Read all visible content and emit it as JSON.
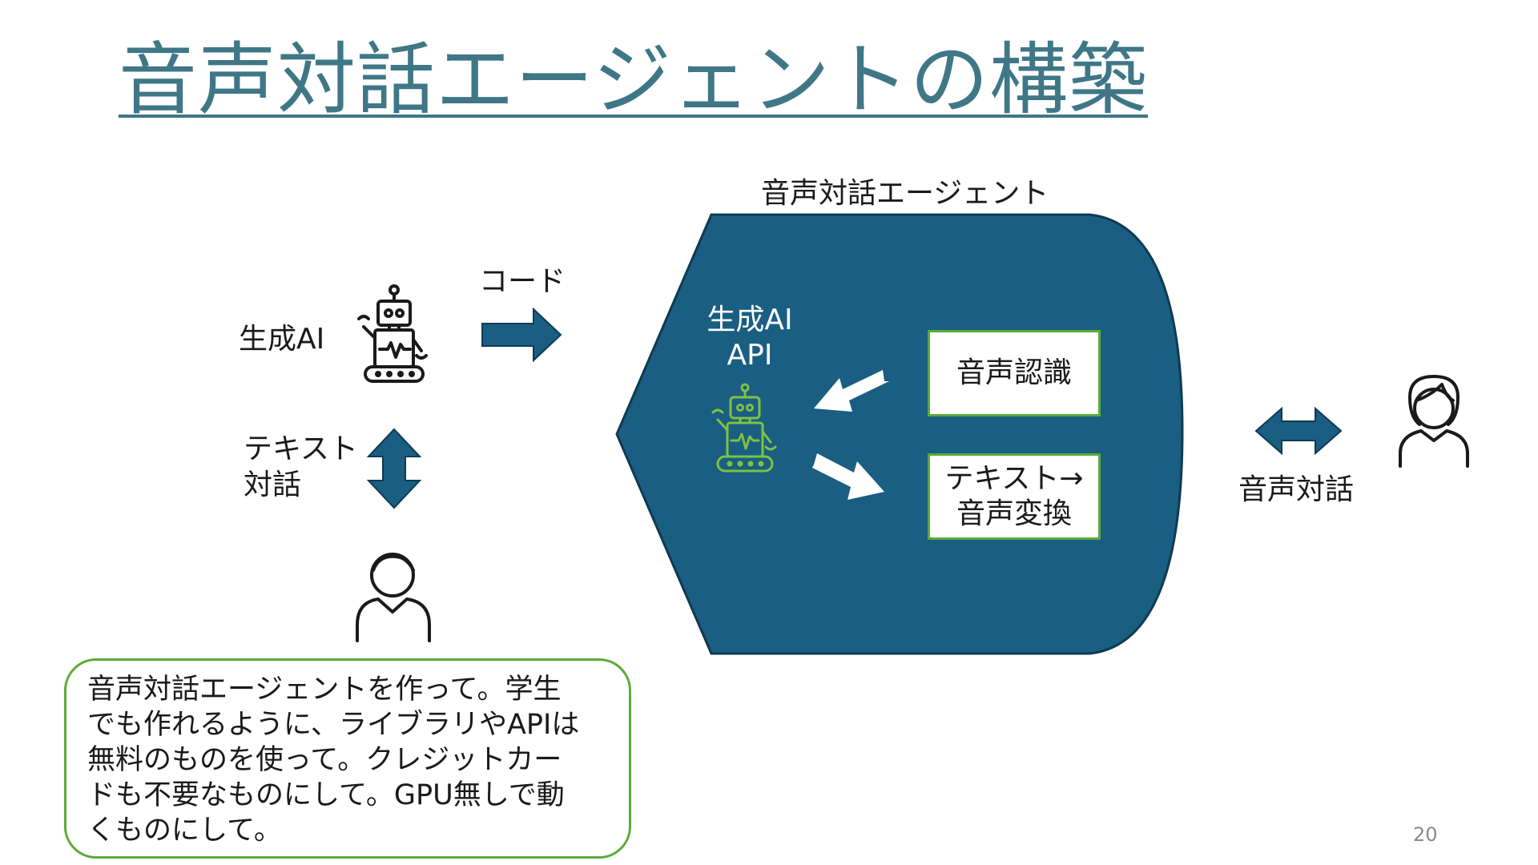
{
  "slide": {
    "title": "音声対話エージェントの構築",
    "page_number": "20"
  },
  "diagram": {
    "agent_title": "音声対話エージェント",
    "code_label": "コード",
    "genai_label": "生成AI",
    "text_chat_label": [
      "テキスト",
      "対話"
    ],
    "api_label": [
      "生成AI",
      "API"
    ],
    "asr_box": "音声認識",
    "tts_box": [
      "テキスト→",
      "音声変換"
    ],
    "voice_chat_label": "音声対話"
  },
  "note": {
    "lines": [
      "音声対話エージェントを作って。学生",
      "でも作れるように、ライブラリやAPIは",
      "無料のものを使って。クレジットカー",
      "ドも不要なものにして。GPU無しで動",
      "くものにして。"
    ]
  },
  "colors": {
    "title": "#3f7787",
    "agent_shape": "#1a5e82",
    "arrow": "#1a5e82",
    "accent_green": "#5aab3a",
    "robot_inner": "#7dc242"
  },
  "icons": {
    "robot_left": "robot-icon",
    "robot_inner": "robot-icon",
    "person_student": "person-icon",
    "person_user": "person-female-icon"
  }
}
